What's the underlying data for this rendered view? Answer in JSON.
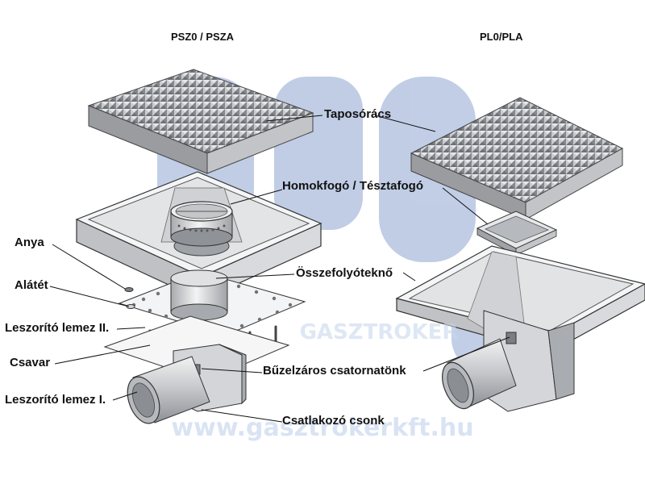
{
  "titles": {
    "left": "PSZ0 / PSZA",
    "right": "PL0/PLA"
  },
  "labels": {
    "taposoracs": "Taposórács",
    "homokfogo": "Homokfogó / Tésztafogó",
    "anya": "Anya",
    "alatet": "Alátét",
    "osszefolyo": "Összefolyóteknő",
    "leszorito2": "Leszorító lemez II.",
    "csavar": "Csavar",
    "buzelzaros": "Bűzelzáros csatornatönk",
    "leszorito1": "Leszorító lemez I.",
    "csatlakozo": "Csatlakozó csonk"
  },
  "watermark": {
    "url": "www.gasztrokerkft.hu",
    "brand": "GASZTROKER"
  },
  "colors": {
    "metal": "#d9dbde",
    "metal_dark": "#8e9196",
    "grate": "#9a9ca0",
    "line": "#2a2a2a",
    "watermark": "#c9d8ee"
  }
}
